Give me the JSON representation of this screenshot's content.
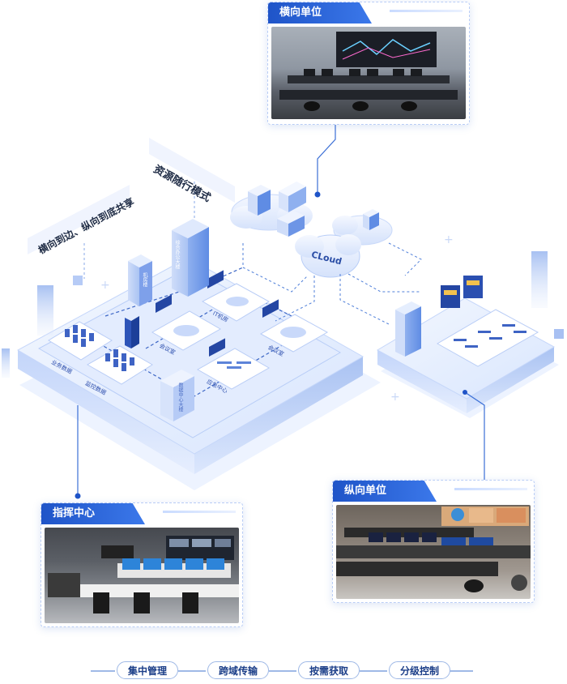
{
  "cards": {
    "horizontal_unit": "横向单位",
    "command_center": "指挥中心",
    "vertical_unit": "纵向单位"
  },
  "labels": {
    "resource_mode": "资源随行模式",
    "sharing": "横向到边、纵向到底共享",
    "cloud": "CLoud"
  },
  "zones": {
    "business_data": "业务数据",
    "monitor_data": "监控数据",
    "it_room": "IT机房",
    "conference": "会议室",
    "meeting": "会议室",
    "emergency_center": "应急中心",
    "tower_main": "综合办公大楼",
    "tower_side": "机房楼",
    "tower_low": "数据中心大楼"
  },
  "pills": [
    "集中管理",
    "跨域传输",
    "按需获取",
    "分级控制"
  ],
  "colors": {
    "accent": "#1f54c8",
    "platform_light": "#e7efff",
    "platform_mid": "#cfddf9",
    "line": "#4f7fd9"
  }
}
